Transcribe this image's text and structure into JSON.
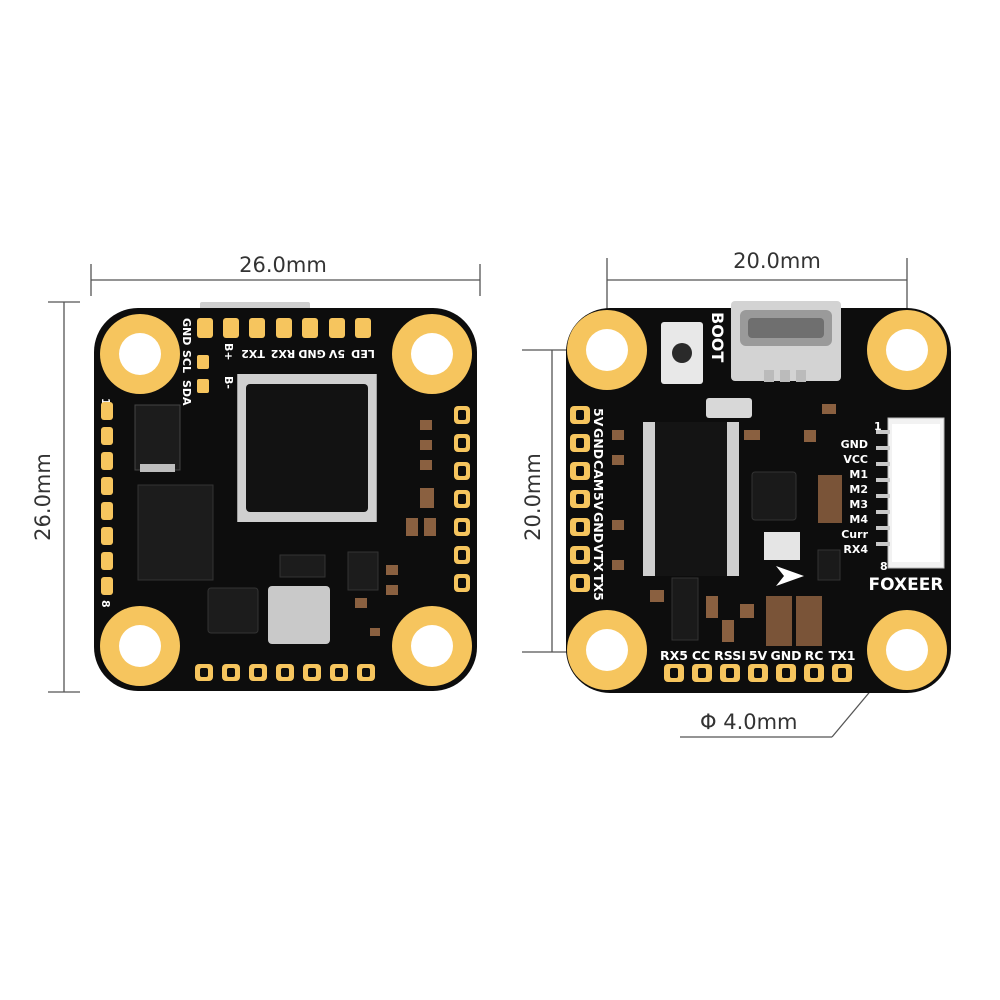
{
  "dimensions": {
    "left_width": "26.0mm",
    "left_height": "26.0mm",
    "right_width": "20.0mm",
    "right_height": "20.0mm",
    "hole_diameter": "Φ 4.0mm"
  },
  "left_board": {
    "top_pads": [
      "GND",
      "B+",
      "TX2",
      "RX2",
      "GND",
      "5V",
      "LED"
    ],
    "side_labels": [
      "GND",
      "SCL",
      "SDA",
      "B-"
    ],
    "pin_markers": [
      "1",
      "8"
    ]
  },
  "right_board": {
    "brand": "FOXEER",
    "boot_label": "BOOT",
    "left_pads": [
      "5V",
      "GND",
      "CAM",
      "5V",
      "GND",
      "VTX",
      "TX5"
    ],
    "bottom_pads": [
      "RX5",
      "CC",
      "RSSI",
      "5V",
      "GND",
      "RC",
      "TX1"
    ],
    "connector_pins": [
      "GND",
      "VCC",
      "M1",
      "M2",
      "M3",
      "M4",
      "Curr",
      "RX4"
    ],
    "pin_markers": [
      "1",
      "8"
    ]
  },
  "colors": {
    "board": "#0d0d0d",
    "pad": "#f6c55e",
    "silkscreen": "#ffffff",
    "dimension_line": "#555555"
  }
}
